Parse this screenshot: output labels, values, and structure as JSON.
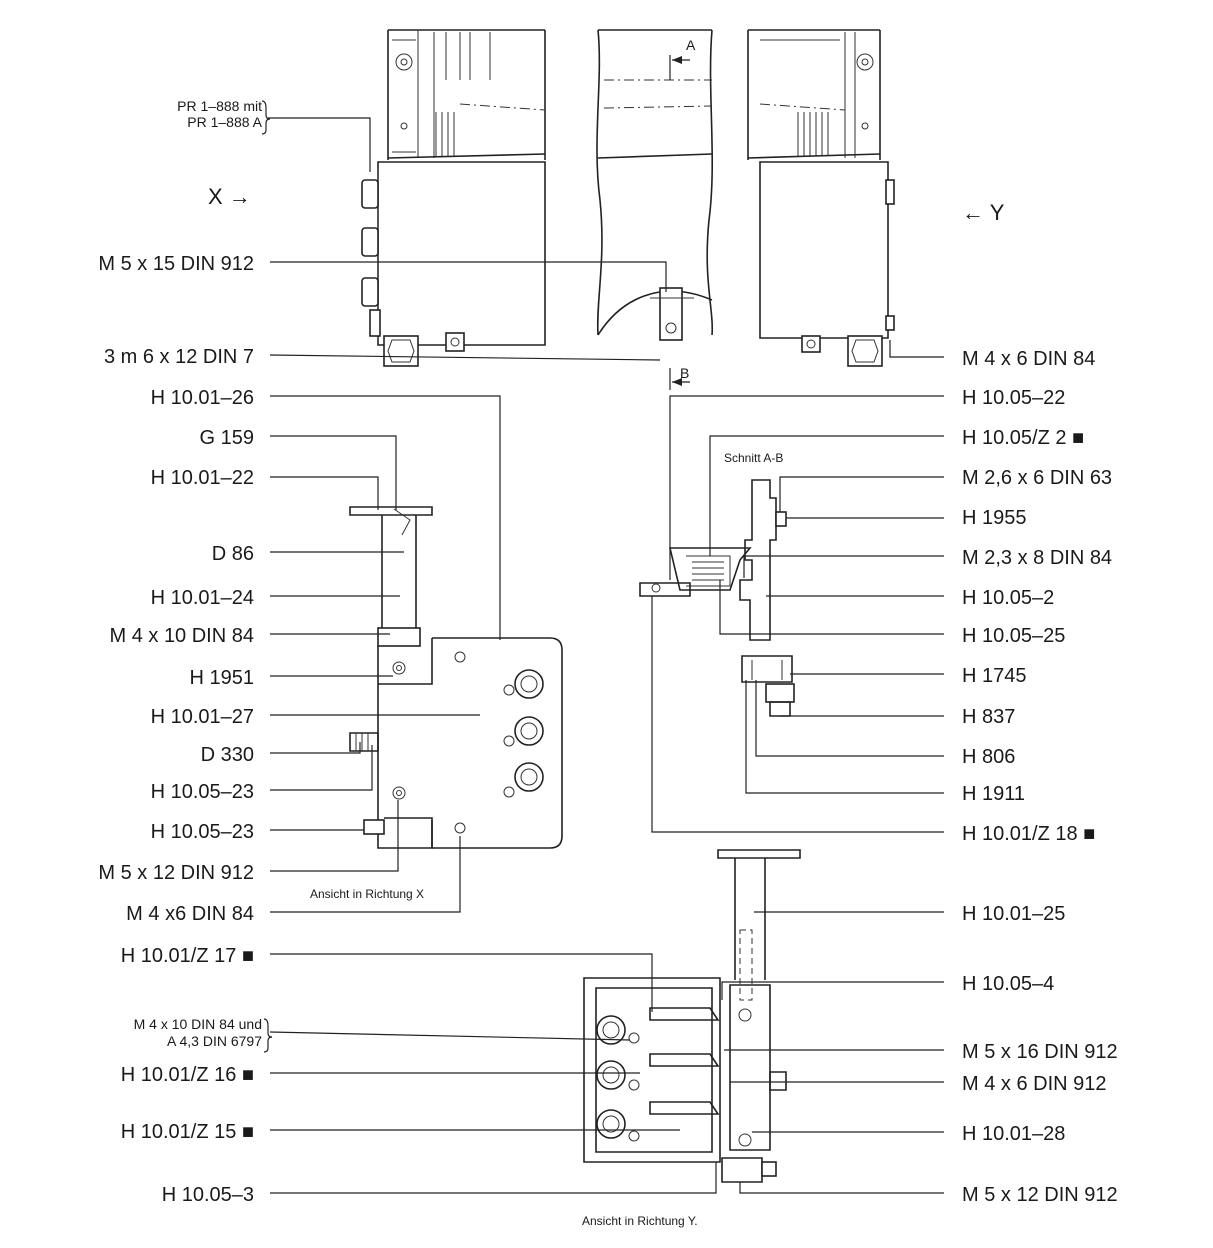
{
  "drawing": {
    "view_arrows": {
      "x": "X →",
      "y": "← Y",
      "a": "A",
      "b": "B"
    },
    "captions": {
      "section_ab": "Schnitt A-B",
      "view_x": "Ansicht in Richtung X",
      "view_y": "Ansicht in Richtung Y."
    },
    "left_labels": [
      "PR 1–888 mit",
      "PR 1–888 A",
      "M  5 x 15  DIN  912",
      "3 m 6 x 12  DIN 7",
      "H  10.01–26",
      "G  159",
      "H  10.01–22",
      "D  86",
      "H  10.01–24",
      "M  4 x 10  DIN  84",
      "H  1951",
      "H  10.01–27",
      "D  330",
      "H  10.05–23",
      "H  10.05–23",
      "M  5 x 12  DIN 912",
      "M  4 x6  DIN  84",
      "H  10.01/Z  17 ■",
      "M  4 x 10  DIN 84  und",
      "A  4,3  DIN 6797",
      "H  10.01/Z  16 ■",
      "H  10.01/Z  15 ■",
      "H 10.05–3"
    ],
    "right_labels": [
      "M  4 x 6  DIN  84",
      "H  10.05–22",
      "H  10.05/Z  2 ■",
      "M  2,6 x 6  DIN 63",
      "H  1955",
      "M  2,3 x 8  DIN 84",
      "H  10.05–2",
      "H  10.05–25",
      "H  1745",
      "H  837",
      "H  806",
      "H  1911",
      "H  10.01/Z  18 ■",
      "H  10.01–25",
      "H  10.05–4",
      "M  5 x 16  DIN 912",
      "M  4 x 6  DIN 912",
      "H  10.01–28",
      "M  5 x 12  DIN 912"
    ]
  }
}
